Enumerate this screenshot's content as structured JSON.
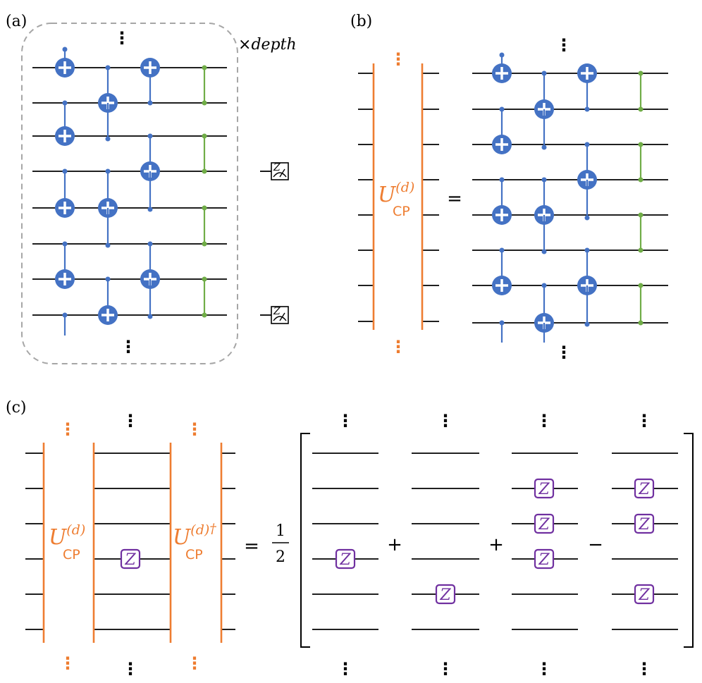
{
  "panels": {
    "a": "(a)",
    "b": "(b)",
    "c": "(c)"
  },
  "depth": {
    "times": "×",
    "word": "depth"
  },
  "ellipsis": "⋮",
  "operators": {
    "equals": "=",
    "plus": "+",
    "minus": "−",
    "one": "1",
    "two": "2"
  },
  "unitary": {
    "name": "U",
    "superscript": "(d)",
    "subscript": "CP",
    "dagger": "†"
  },
  "pauli_label": "Z",
  "measurement_label": "Z",
  "colors": {
    "cnot": "#4472c4",
    "cz": "#70ad47",
    "unitary": "#ee7d31",
    "pauli": "#7030a0",
    "frame": "#a6a6a6",
    "wire": "#000000"
  }
}
